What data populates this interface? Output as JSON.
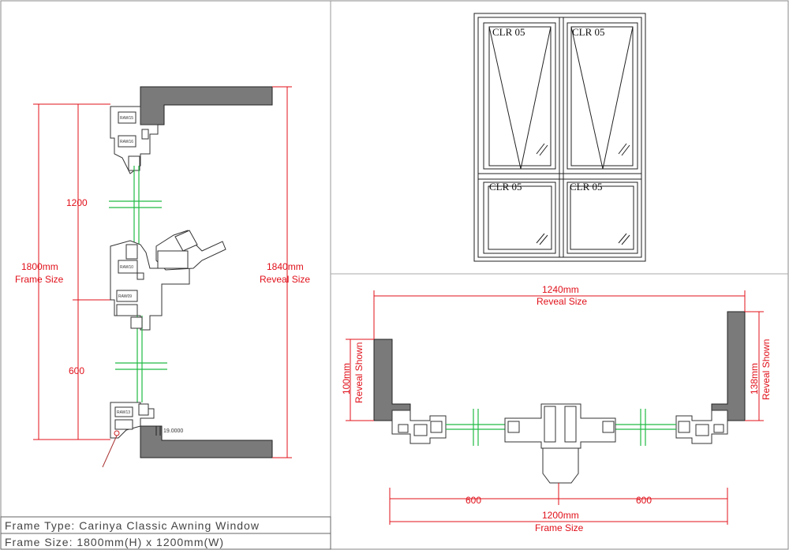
{
  "side_section": {
    "dim_1200": "1200",
    "dim_600": "600",
    "frame_size_value": "1800mm",
    "frame_size_label": "Frame Size",
    "reveal_size_value": "1840mm",
    "reveal_size_label": "Reveal Size",
    "gap_dim": "19.0000",
    "profile_tags": [
      "RAW15",
      "RAW16",
      "RAW10",
      "RAW09",
      "RAW13"
    ]
  },
  "elevation": {
    "panes": [
      "CLR 05",
      "CLR 05",
      "CLR 05",
      "CLR 05"
    ]
  },
  "plan_section": {
    "reveal_width_value": "1240mm",
    "reveal_width_label": "Reveal Size",
    "left_reveal_value": "100mm",
    "left_reveal_label": "Reveal Shown",
    "right_reveal_value": "138mm",
    "right_reveal_label": "Reveal Shown",
    "half_left": "600",
    "half_right": "600",
    "frame_width_value": "1200mm",
    "frame_width_label": "Frame Size"
  },
  "title_block": {
    "frame_type": "Frame Type: Carinya Classic Awning Window",
    "frame_size": "Frame Size: 1800mm(H) x 1200mm(W)"
  },
  "colors": {
    "dimension": "#e0101a",
    "glazing": "#22bb44",
    "linework": "#222222"
  }
}
